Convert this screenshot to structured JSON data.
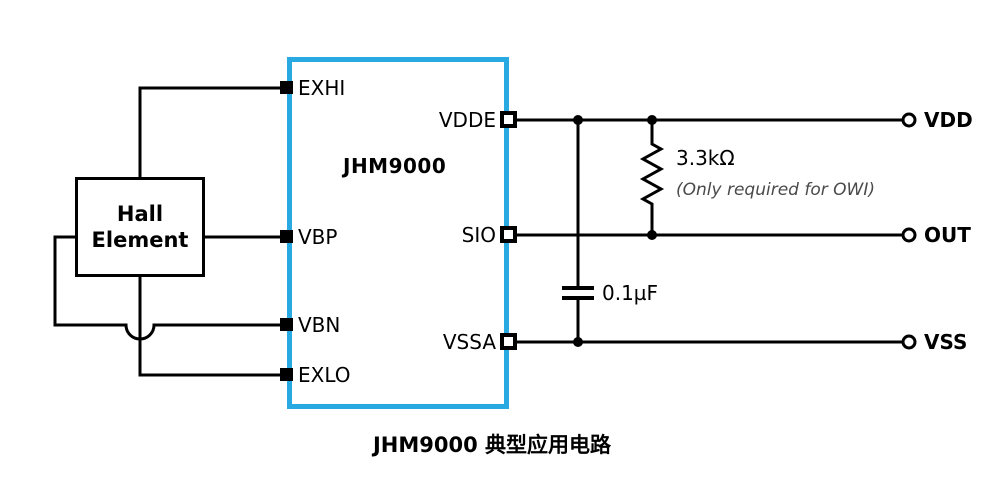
{
  "chip": {
    "name": "JHM9000",
    "left_pins": [
      {
        "label": "EXHI"
      },
      {
        "label": "VBP"
      },
      {
        "label": "VBN"
      },
      {
        "label": "EXLO"
      }
    ],
    "right_pins": [
      {
        "label": "VDDE"
      },
      {
        "label": "SIO"
      },
      {
        "label": "VSSA"
      }
    ]
  },
  "hall_element": {
    "line1": "Hall",
    "line2": "Element"
  },
  "components": {
    "resistor": {
      "value": "3.3kΩ",
      "note": "(Only required for OWI)"
    },
    "capacitor": {
      "value": "0.1µF"
    }
  },
  "terminals": [
    {
      "label": "VDD"
    },
    {
      "label": "OUT"
    },
    {
      "label": "VSS"
    }
  ],
  "caption": "JHM9000 典型应用电路",
  "colors": {
    "chip_border": "#29A9E2",
    "wire": "#000000",
    "note_text": "#4a4a4a"
  }
}
